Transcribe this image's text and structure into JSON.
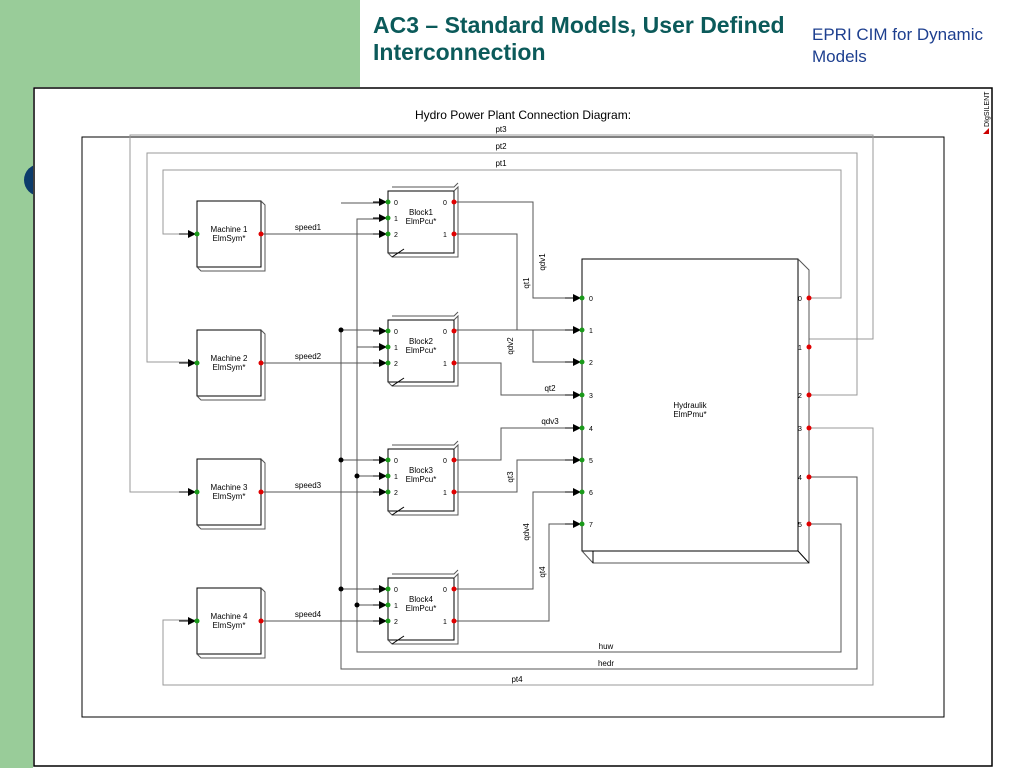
{
  "slide": {
    "title": "AC3 – Standard Models, User Defined Interconnection",
    "subtitle": "EPRI CIM for Dynamic Models"
  },
  "diagram": {
    "title": "Hydro Power Plant Connection Diagram:",
    "logo": "DIgSILENT",
    "machines": [
      {
        "name": "Machine 1",
        "type": "ElmSym*"
      },
      {
        "name": "Machine 2",
        "type": "ElmSym*"
      },
      {
        "name": "Machine 3",
        "type": "ElmSym*"
      },
      {
        "name": "Machine 4",
        "type": "ElmSym*"
      }
    ],
    "blocks": [
      {
        "name": "Block1",
        "type": "ElmPcu*"
      },
      {
        "name": "Block2",
        "type": "ElmPcu*"
      },
      {
        "name": "Block3",
        "type": "ElmPcu*"
      },
      {
        "name": "Block4",
        "type": "ElmPcu*"
      }
    ],
    "hydraulik": {
      "name": "Hydraulik",
      "type": "ElmPmu*"
    },
    "block_inputs": [
      "0",
      "1",
      "2"
    ],
    "block_outputs": [
      "0",
      "1"
    ],
    "hyd_inputs": [
      "0",
      "1",
      "2",
      "3",
      "4",
      "5",
      "6",
      "7"
    ],
    "hyd_outputs": [
      "0",
      "1",
      "2",
      "3",
      "4",
      "5"
    ],
    "signals": {
      "speed": [
        "speed1",
        "speed2",
        "speed3",
        "speed4"
      ],
      "pt": [
        "pt1",
        "pt2",
        "pt3",
        "pt4"
      ],
      "qdv": [
        "qdv1",
        "qdv2",
        "qdv3",
        "qdv4"
      ],
      "qt": [
        "qt1",
        "qt2",
        "qt3",
        "qt4"
      ],
      "huw": "huw",
      "hedr": "hedr"
    }
  }
}
